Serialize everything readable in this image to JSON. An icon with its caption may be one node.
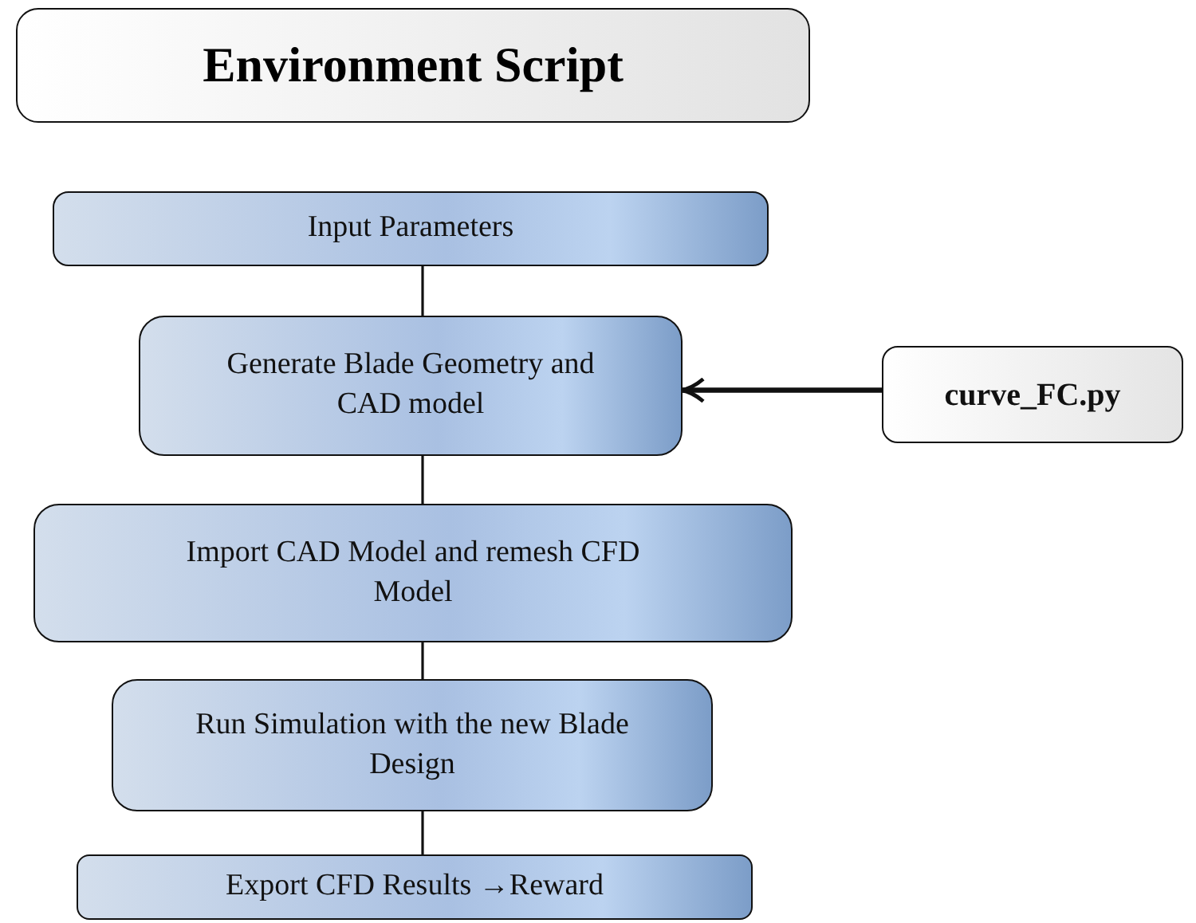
{
  "diagram": {
    "title": "Environment Script",
    "nodes": [
      {
        "text": [
          "Input Parameters"
        ]
      },
      {
        "text": [
          "Generate Blade Geometry and CAD model"
        ]
      },
      {
        "text": [
          "Import CAD Model and remesh CFD Model"
        ]
      },
      {
        "text": [
          "Run Simulation with the new Blade Design"
        ]
      },
      {
        "text": [
          "Export CFD Results →Reward"
        ]
      },
      {
        "text": [
          "curve_FC.py"
        ]
      }
    ],
    "edges": [
      {
        "from": 0,
        "to": 1,
        "arrow": "none"
      },
      {
        "from": 1,
        "to": 2,
        "arrow": "none"
      },
      {
        "from": 2,
        "to": 3,
        "arrow": "none"
      },
      {
        "from": 3,
        "to": 4,
        "arrow": "none"
      },
      {
        "from": 5,
        "to": 1,
        "arrow": "to",
        "style": "thick"
      }
    ]
  }
}
